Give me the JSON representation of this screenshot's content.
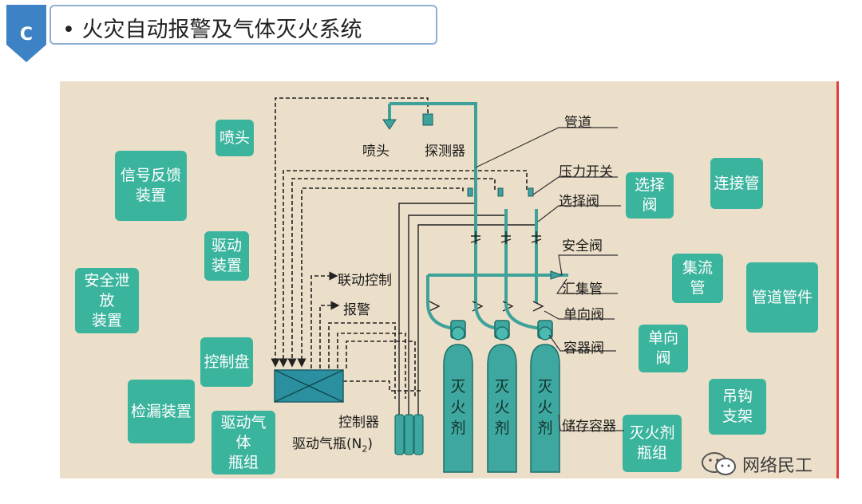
{
  "header": {
    "badge_letter": "C",
    "title": "• 火灾自动报警及气体灭火系统"
  },
  "component_tiles": [
    {
      "id": "nozzle",
      "lines": [
        "喷头"
      ]
    },
    {
      "id": "signal-feedback-device",
      "lines": [
        "信号反馈",
        "装置"
      ]
    },
    {
      "id": "drive-device",
      "lines": [
        "驱动",
        "装置"
      ]
    },
    {
      "id": "safety-relief-device",
      "lines": [
        "安全泄放",
        "装置"
      ]
    },
    {
      "id": "control-panel",
      "lines": [
        "控制盘"
      ]
    },
    {
      "id": "leak-detection-device",
      "lines": [
        "检漏装置"
      ]
    },
    {
      "id": "drive-gas-cylinder-group",
      "lines": [
        "驱动气体",
        "瓶组"
      ]
    },
    {
      "id": "selector-valve",
      "lines": [
        "选择阀"
      ]
    },
    {
      "id": "connecting-pipe",
      "lines": [
        "连接管"
      ]
    },
    {
      "id": "manifold",
      "lines": [
        "集流管"
      ]
    },
    {
      "id": "pipe-fittings",
      "lines": [
        "管道管件"
      ]
    },
    {
      "id": "check-valve",
      "lines": [
        "单向阀"
      ]
    },
    {
      "id": "hanger-bracket",
      "lines": [
        "吊钩",
        "支架"
      ]
    },
    {
      "id": "extinguishant-cylinder-group",
      "lines": [
        "灭火剂",
        "瓶组"
      ]
    }
  ],
  "diagram_labels": {
    "nozzle": "喷头",
    "detector": "探测器",
    "pipeline": "管道",
    "pressure_switch": "压力开关",
    "selector_valve": "选择阀",
    "safety_valve": "安全阀",
    "manifold": "汇集管",
    "check_valve": "单向阀",
    "container_valve": "容器阀",
    "linkage_control": "联动控制",
    "alarm": "报警",
    "controller": "控制器",
    "drive_cylinder_prefix": "驱动气瓶(N",
    "drive_cylinder_subscript": "2",
    "drive_cylinder_suffix": ")",
    "storage_container": "储存容器"
  },
  "cylinder_text": [
    "灭",
    "火",
    "剂"
  ],
  "watermark": {
    "text": "网络民工",
    "icon": "wechat-icon"
  },
  "colors": {
    "badge": "#3d82c4",
    "panel_bg": "#ecdfc9",
    "tile": "#3bb49e",
    "pipe": "#3ea29a",
    "cylinder": "#3ea8a0",
    "controller_box": "#2a8f9e",
    "red_edge": "#e23d3d"
  }
}
